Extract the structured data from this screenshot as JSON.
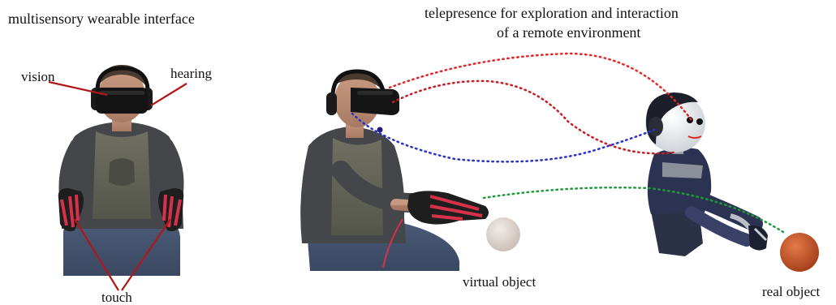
{
  "panel_left": {
    "title": "multisensory wearable interface",
    "labels": {
      "vision": "vision",
      "hearing": "hearing",
      "touch": "touch"
    }
  },
  "panel_right": {
    "title_line_1": "telepresence for exploration and interaction",
    "title_line_2": "of a remote environment",
    "labels": {
      "virtual_object": "virtual object",
      "real_object": "real object"
    }
  },
  "colors": {
    "vision_link": "#e0282a",
    "hearing_link": "#c81c24",
    "audio_link": "#2a33c8",
    "touch_link": "#1f9a3a",
    "annotation_line": "#b01818",
    "glove": "#d6314a",
    "virtual_object": "#d8cfc9",
    "real_object": "#c8552a"
  }
}
